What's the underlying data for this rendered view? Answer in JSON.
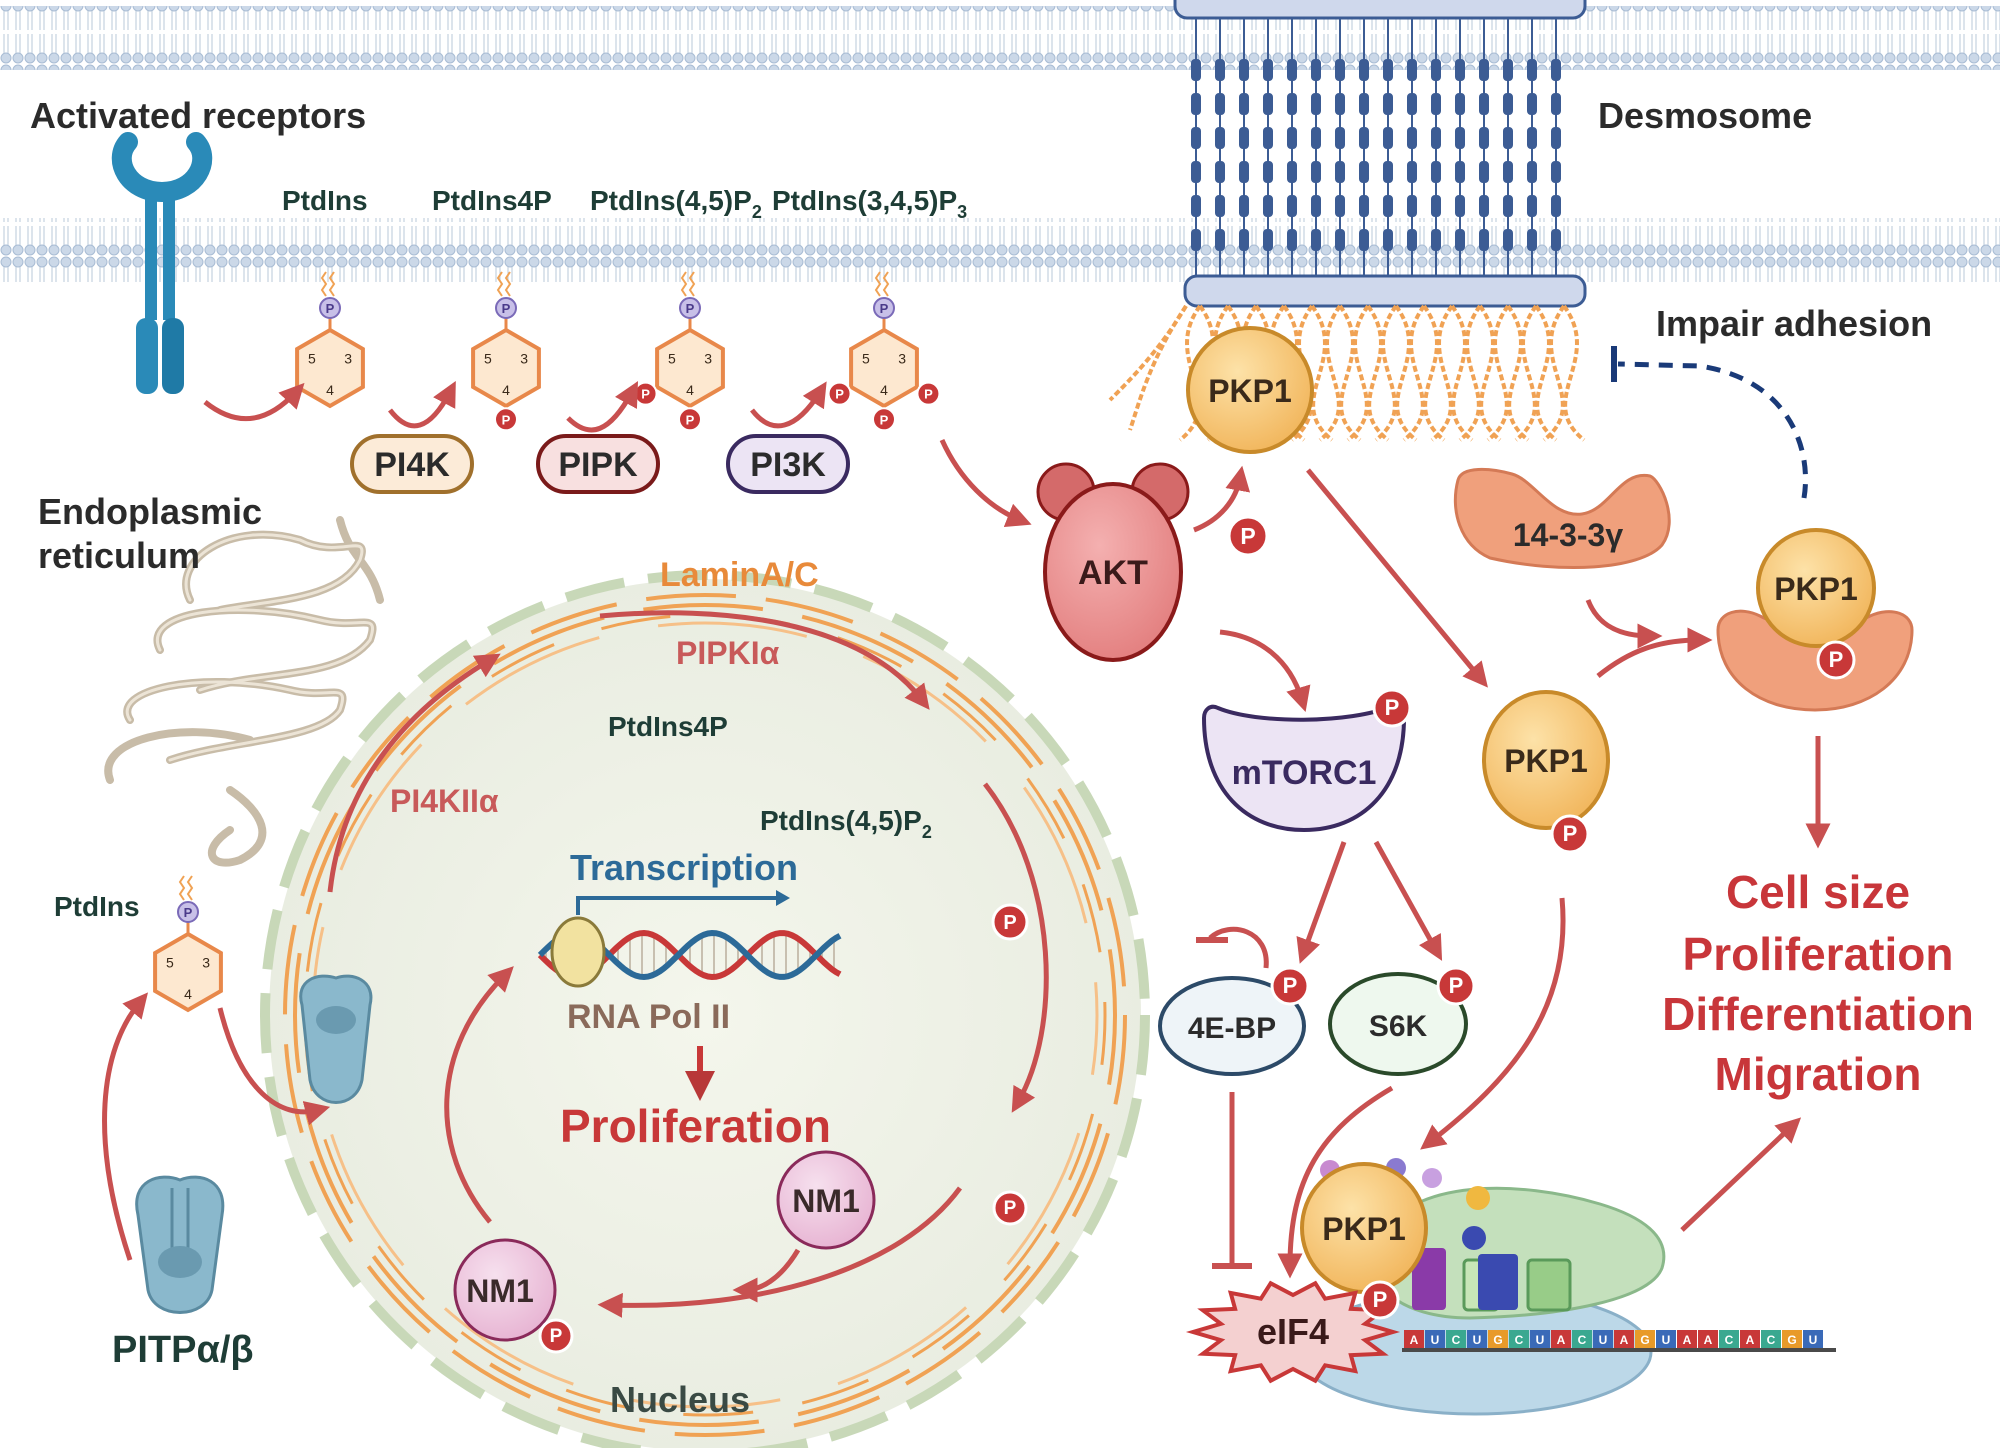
{
  "labels": {
    "activated_receptors": "Activated receptors",
    "desmosome": "Desmosome",
    "impair_adhesion": "Impair adhesion",
    "er_line1": "Endoplasmic",
    "er_line2": "reticulum",
    "nucleus": "Nucleus",
    "lamin": "LaminA/C",
    "pipk1a": "PIPKIα",
    "pi4k2a": "PI4KIIα",
    "transcription": "Transcription",
    "rna_pol": "RNA Pol II",
    "proliferation": "Proliferation",
    "pitp": "PITPα/β"
  },
  "lipids": {
    "ptdins_top": "PtdIns",
    "ptdins4p_top": "PtdIns4P",
    "ptdins45p2_top": "PtdIns(4,5)P",
    "ptdins345p3_top": "PtdIns(3,4,5)P",
    "sub2": "2",
    "sub3": "3",
    "ptdins_left": "PtdIns",
    "ptdins4p_nuc": "PtdIns4P",
    "ptdins45p2_nuc": "PtdIns(4,5)P"
  },
  "enzymes": {
    "pi4k": "PI4K",
    "pipk": "PIPK",
    "pi3k": "PI3K"
  },
  "proteins": {
    "akt": "AKT",
    "mtorc1": "mTORC1",
    "fourebp": "4E-BP",
    "s6k": "S6K",
    "pkp1": "PKP1",
    "eif4": "eIF4",
    "nm1": "NM1",
    "fourteen": "14-3-3γ"
  },
  "phospho": "P",
  "ring_numbers": {
    "n3": "3",
    "n4": "4",
    "n5": "5"
  },
  "outcomes": [
    "Cell size",
    "Proliferation",
    "Differentiation",
    "Migration"
  ],
  "mrna": [
    "A",
    "U",
    "C",
    "U",
    "G",
    "C",
    "U",
    "A",
    "C",
    "U",
    "A",
    "G",
    "U",
    "A",
    "A",
    "C",
    "A",
    "C",
    "G",
    "U"
  ],
  "colors": {
    "membrane": "#a8c0d8",
    "desmosome": "#3c5c94",
    "orange": "#f0a254",
    "arrow": "#c85050",
    "outcome": "#c8363a",
    "transcription": "#2c6a98"
  }
}
